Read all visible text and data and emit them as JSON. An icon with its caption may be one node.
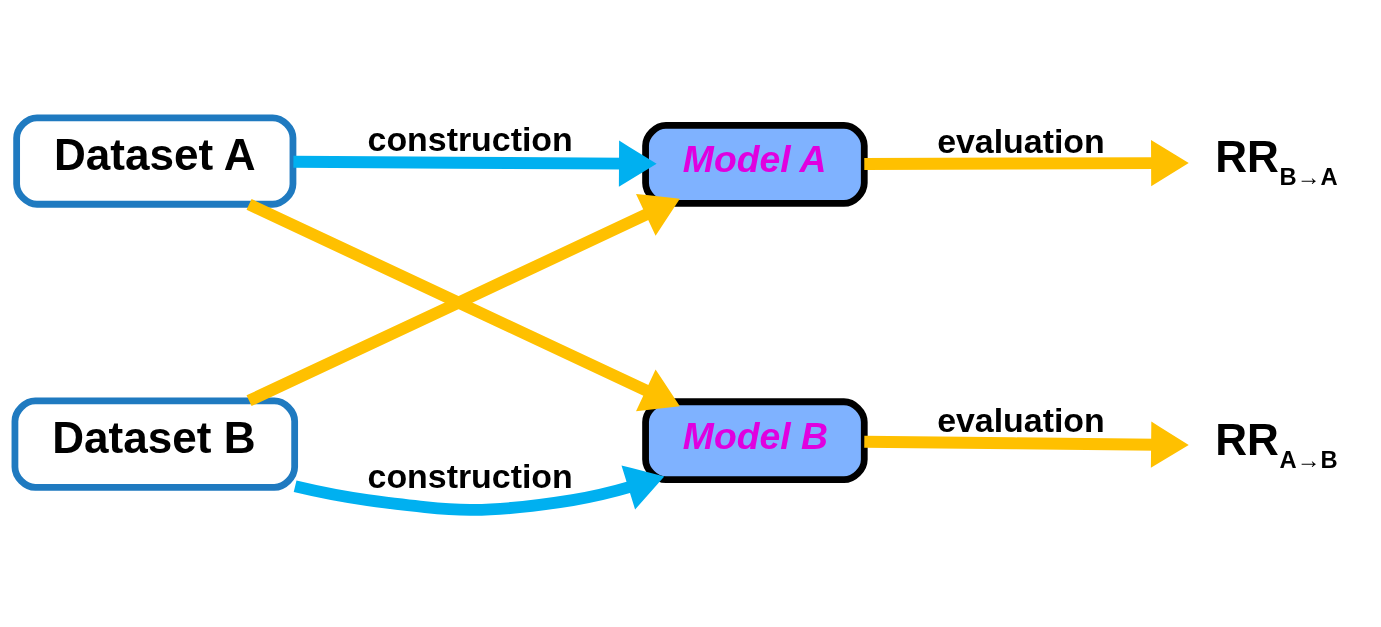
{
  "diagram": {
    "nodes": [
      {
        "text": [
          "Dataset A"
        ]
      },
      {
        "text": [
          "Dataset B"
        ]
      },
      {
        "text": [
          "Model A"
        ]
      },
      {
        "text": [
          "Model B"
        ]
      },
      {
        "text": [
          "RR$_{B→A}$"
        ]
      },
      {
        "text": [
          "RR$_{A→B}$"
        ]
      }
    ],
    "edges": [
      {
        "from": 0,
        "to": 2,
        "arrow": "to",
        "label": "construction",
        "color": "#00b0f0"
      },
      {
        "from": 0,
        "to": 3,
        "arrow": "to"
      },
      {
        "from": 1,
        "to": 2,
        "arrow": "to"
      },
      {
        "from": 1,
        "to": 3,
        "arrow": "to",
        "label": "construction",
        "color": "#00b0f0"
      },
      {
        "from": 2,
        "to": 4,
        "arrow": "to",
        "label": "evaluation"
      },
      {
        "from": 3,
        "to": 5,
        "arrow": "to",
        "label": "evaluation"
      }
    ]
  }
}
